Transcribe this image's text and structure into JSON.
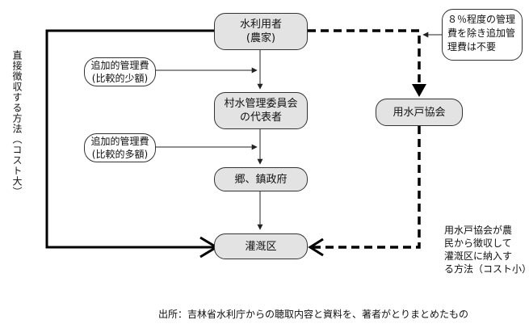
{
  "nodes": {
    "farmer": [
      "水利用者",
      "(農家)"
    ],
    "committee": [
      "村水管理委員会",
      "の代表者"
    ],
    "township": [
      "郷、鎮政府"
    ],
    "irrigation_district": [
      "灌漑区"
    ],
    "water_user_assoc": [
      "用水戸協会"
    ]
  },
  "notes": {
    "additional_fee_small": [
      "追加的管理費",
      "(比較的少額)"
    ],
    "additional_fee_large": [
      "追加的管理費",
      "(比較的多額)"
    ],
    "fee_exempt": [
      "８％程度の管理",
      "費を除き追加管",
      "理費は不要"
    ],
    "assoc_method": [
      "用水戸協会が農",
      "民から徴収して",
      "灌漑区に納入す",
      "る方法（コスト小）"
    ]
  },
  "direct_method": "直接徴収する方法（コスト大）",
  "source": "出所：吉林省水利庁からの聴取内容と資料を、著者がとりまとめたもの"
}
